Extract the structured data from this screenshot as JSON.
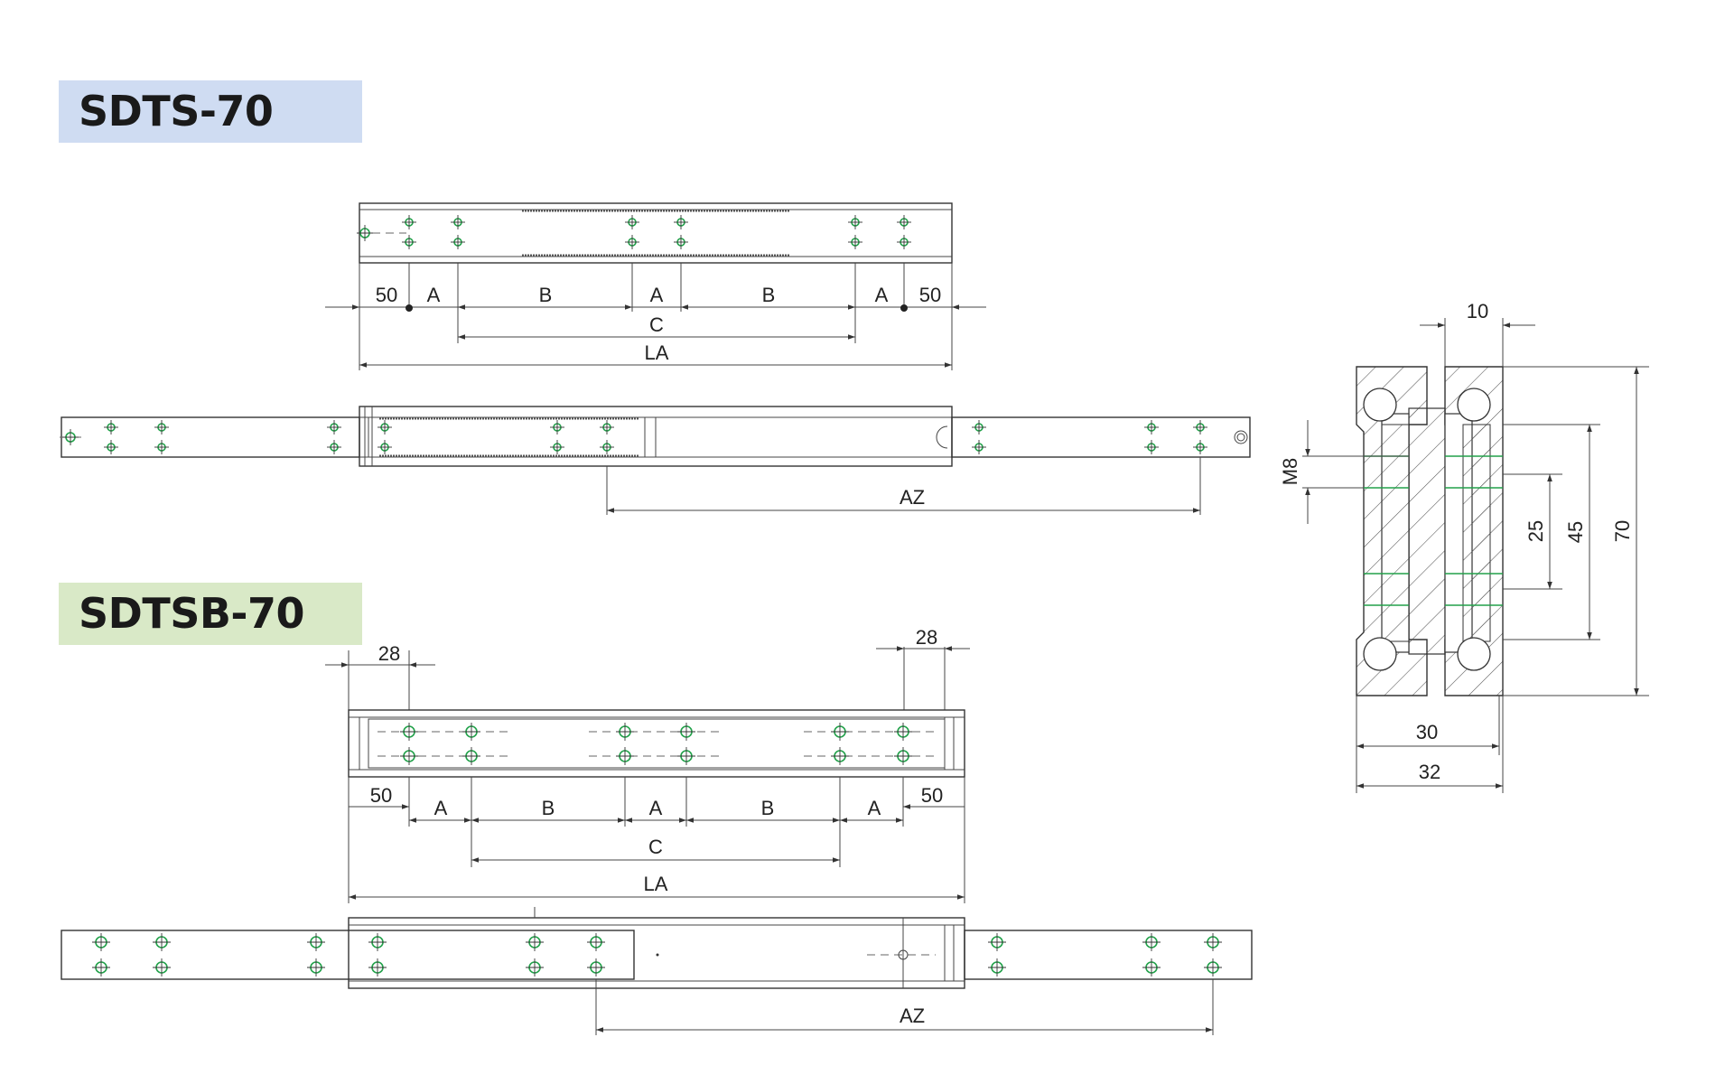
{
  "titles": [
    {
      "text": "SDTS-70",
      "bg": "#cfdcf2"
    },
    {
      "text": "SDTSB-70",
      "bg": "#d9e9c7"
    }
  ],
  "colors": {
    "hole": "#22a14a",
    "line": "#333333"
  },
  "sdts": {
    "dims_row1": [
      "50",
      "A",
      "B",
      "A",
      "B",
      "A",
      "50"
    ],
    "dim_c": "C",
    "dim_la": "LA",
    "dim_az": "AZ"
  },
  "sdtsb": {
    "dim_28_left": "28",
    "dim_28_right": "28",
    "dims_row1": [
      "50",
      "A",
      "B",
      "A",
      "B",
      "A",
      "50"
    ],
    "dim_c": "C",
    "dim_la": "LA",
    "dim_az": "AZ"
  },
  "section": {
    "dim_top": "10",
    "dim_thread": "M8",
    "dim_25": "25",
    "dim_45": "45",
    "dim_70": "70",
    "dim_30": "30",
    "dim_32": "32"
  }
}
